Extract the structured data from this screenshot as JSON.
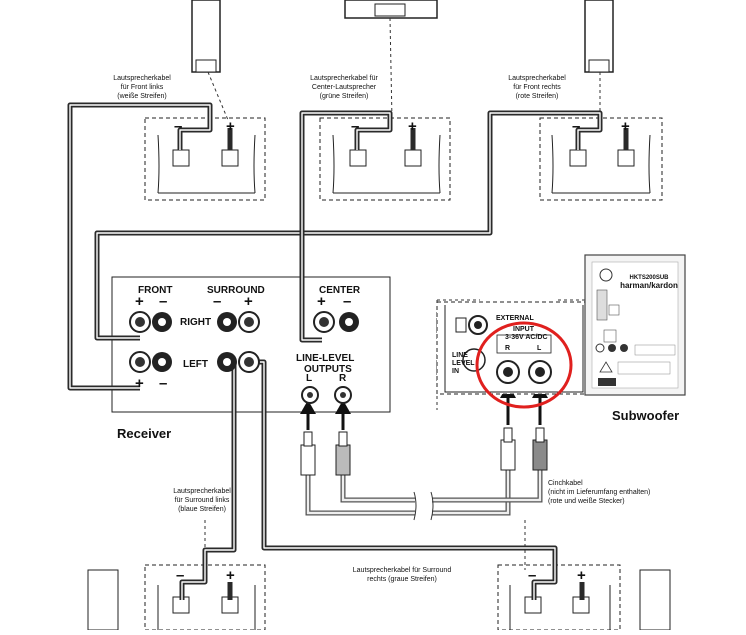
{
  "cable_labels": {
    "front_left": [
      "Lautsprecherkabel",
      "für Front links",
      "(weiße Streifen)"
    ],
    "center": [
      "Lautsprecherkabel für",
      "Center-Lautsprecher",
      "(grüne Streifen)"
    ],
    "front_right": [
      "Lautsprecherkabel",
      "für Front rechts",
      "(rote Streifen)"
    ],
    "surround_left": [
      "Lautsprecherkabel",
      "für Surround links",
      "(blaue Streifen)"
    ],
    "surround_right": [
      "Lautsprecherkabel für Surround",
      "rechts (graue Streifen)"
    ],
    "cinch": [
      "Cinchkabel",
      "(nicht im Lieferumfang enthalten)",
      "(rote und weiße Stecker)"
    ]
  },
  "receiver": {
    "title": "Receiver",
    "front": "FRONT",
    "surround": "SURROUND",
    "center": "CENTER",
    "right": "RIGHT",
    "left": "LEFT",
    "line_level_1": "LINE-LEVEL",
    "line_level_2": "OUTPUTS",
    "l": "L",
    "r": "R",
    "plus": "+",
    "minus": "–"
  },
  "subwoofer": {
    "title": "Subwoofer",
    "brand": "harman/kardon",
    "model": "HKTS200SUB",
    "panel_ext": "EXTERNAL",
    "panel_input": "INPUT",
    "panel_volt": "3-36V AC/DC",
    "panel_line": "LINE",
    "panel_level": "LEVEL",
    "panel_in": "IN",
    "panel_r": "R",
    "panel_l": "L"
  },
  "colors": {
    "wire": "#2a2a2a",
    "wire_light": "#ffffff",
    "highlight_circle": "#e0201e",
    "rca_red_plug": "#8a8a8a"
  }
}
